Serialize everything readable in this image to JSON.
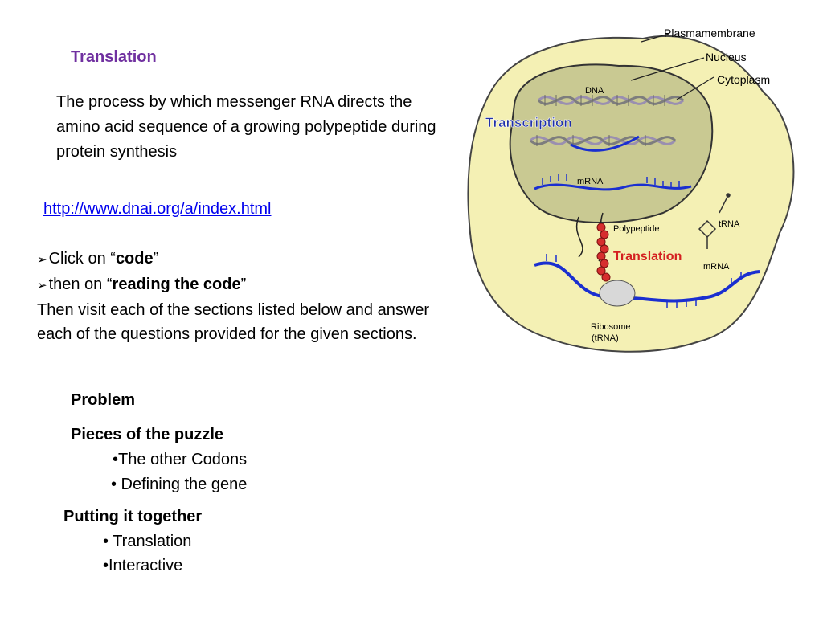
{
  "slide": {
    "title": "Translation",
    "definition": "The process by which messenger RNA directs the amino acid sequence of a growing polypeptide during protein synthesis",
    "link": "http://www.dnai.org/a/index.html",
    "instructions": {
      "arrow_glyph": "➢",
      "step1_prefix": "Click on “",
      "step1_bold": "code",
      "step1_suffix": "”",
      "step2_prefix": "then on “",
      "step2_bold": "reading the code",
      "step2_suffix": "”",
      "body": "Then visit each of the sections listed below and answer each of the questions provided for the given sections."
    },
    "sections": {
      "problem": "Problem",
      "pieces": "Pieces of the puzzle",
      "pieces_items": [
        "•The other Codons",
        "• Defining the gene"
      ],
      "putting": "Putting it together",
      "putting_items": [
        "• Translation",
        "•Interactive"
      ]
    }
  },
  "diagram": {
    "labels": {
      "plasma_membrane": "Plasmamembrane",
      "nucleus": "Nucleus",
      "cytoplasm": "Cytoplasm",
      "dna": "DNA",
      "transcription": "Transcription",
      "mrna_nucleus": "mRNA",
      "polypeptide": "Polypeptide",
      "trna": "tRNA",
      "translation": "Translation",
      "mrna_cytoplasm": "mRNA",
      "ribosome": "Ribosome",
      "ribosome_sub": "(tRNA)"
    },
    "colors": {
      "cell_fill": "#f4f0b4",
      "nucleus_fill": "#c9c992",
      "mrna": "#1a2fd0",
      "transcription_text": "#1f2fa8",
      "translation_text": "#d42020",
      "polypeptide": "#d62e2e"
    }
  }
}
